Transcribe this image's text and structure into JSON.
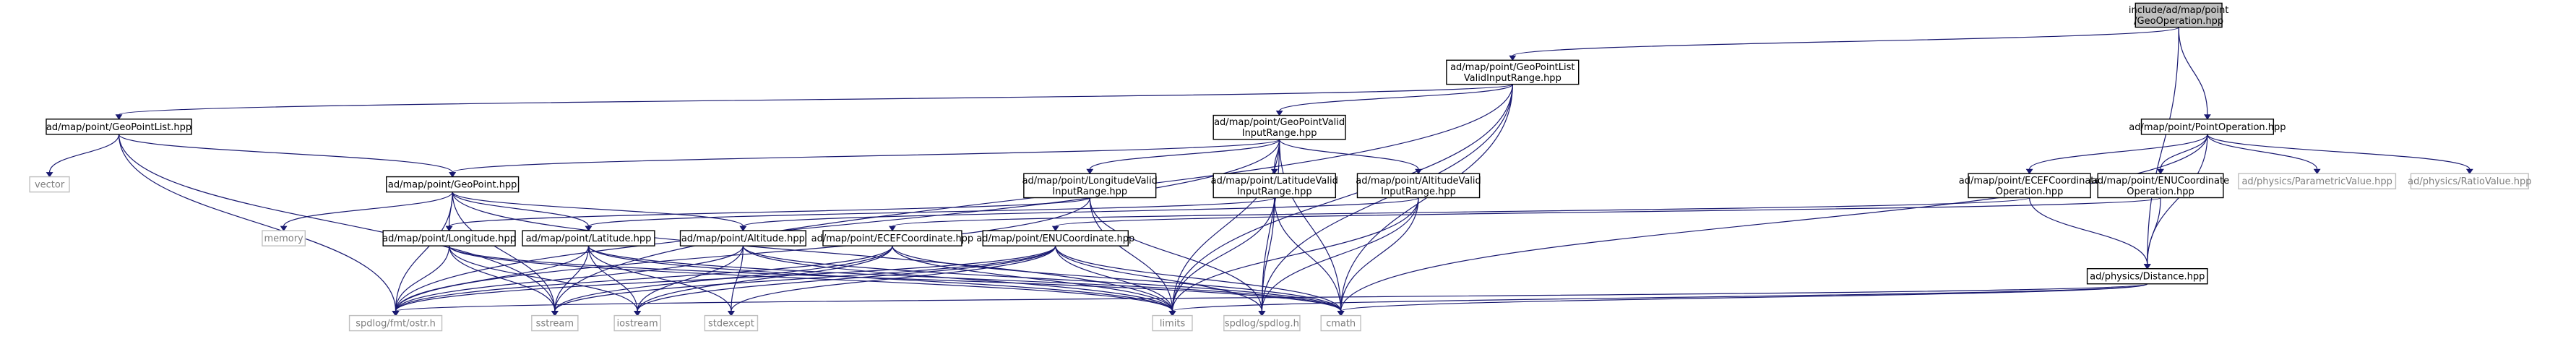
{
  "graph": {
    "root": "include/ad/map/point/GeoOperation.hpp",
    "nodes": [
      {
        "id": "geooperation",
        "lines": [
          "include/ad/map/point",
          "/GeoOperation.hpp"
        ],
        "root": true
      },
      {
        "id": "geopointlistvalid",
        "lines": [
          "ad/map/point/GeoPointList",
          "ValidInputRange.hpp"
        ]
      },
      {
        "id": "pointoperation",
        "lines": [
          "ad/map/point/PointOperation.hpp"
        ]
      },
      {
        "id": "geopointlist",
        "lines": [
          "ad/map/point/GeoPointList.hpp"
        ]
      },
      {
        "id": "geopointvalid",
        "lines": [
          "ad/map/point/GeoPointValid",
          "InputRange.hpp"
        ]
      },
      {
        "id": "ecefop",
        "lines": [
          "ad/map/point/ECEFCoordinate",
          "Operation.hpp"
        ]
      },
      {
        "id": "enuop",
        "lines": [
          "ad/map/point/ENUCoordinate",
          "Operation.hpp"
        ]
      },
      {
        "id": "parametric",
        "lines": [
          "ad/physics/ParametricValue.hpp"
        ],
        "missing": true
      },
      {
        "id": "ratio",
        "lines": [
          "ad/physics/RatioValue.hpp"
        ],
        "missing": true
      },
      {
        "id": "vector",
        "lines": [
          "vector"
        ],
        "missing": true
      },
      {
        "id": "geopoint",
        "lines": [
          "ad/map/point/GeoPoint.hpp"
        ]
      },
      {
        "id": "lonvalid",
        "lines": [
          "ad/map/point/LongitudeValid",
          "InputRange.hpp"
        ]
      },
      {
        "id": "latvalid",
        "lines": [
          "ad/map/point/LatitudeValid",
          "InputRange.hpp"
        ]
      },
      {
        "id": "altvalid",
        "lines": [
          "ad/map/point/AltitudeValid",
          "InputRange.hpp"
        ]
      },
      {
        "id": "memory",
        "lines": [
          "memory"
        ],
        "missing": true
      },
      {
        "id": "longitude",
        "lines": [
          "ad/map/point/Longitude.hpp"
        ]
      },
      {
        "id": "latitude",
        "lines": [
          "ad/map/point/Latitude.hpp"
        ]
      },
      {
        "id": "altitude",
        "lines": [
          "ad/map/point/Altitude.hpp"
        ]
      },
      {
        "id": "ecef",
        "lines": [
          "ad/map/point/ECEFCoordinate.hpp"
        ]
      },
      {
        "id": "enu",
        "lines": [
          "ad/map/point/ENUCoordinate.hpp"
        ]
      },
      {
        "id": "distance",
        "lines": [
          "ad/physics/Distance.hpp"
        ]
      },
      {
        "id": "ostr",
        "lines": [
          "spdlog/fmt/ostr.h"
        ],
        "missing": true
      },
      {
        "id": "sstream",
        "lines": [
          "sstream"
        ],
        "missing": true
      },
      {
        "id": "iostream",
        "lines": [
          "iostream"
        ],
        "missing": true
      },
      {
        "id": "stdexcept",
        "lines": [
          "stdexcept"
        ],
        "missing": true
      },
      {
        "id": "limits",
        "lines": [
          "limits"
        ],
        "missing": true
      },
      {
        "id": "spdlog",
        "lines": [
          "spdlog/spdlog.h"
        ],
        "missing": true
      },
      {
        "id": "cmath",
        "lines": [
          "cmath"
        ],
        "missing": true
      }
    ],
    "edges": [
      [
        "geooperation",
        "geopointlistvalid"
      ],
      [
        "geooperation",
        "pointoperation"
      ],
      [
        "geooperation",
        "distance"
      ],
      [
        "geopointlistvalid",
        "geopointlist"
      ],
      [
        "geopointlistvalid",
        "geopointvalid"
      ],
      [
        "geopointlistvalid",
        "limits"
      ],
      [
        "geopointlistvalid",
        "spdlog"
      ],
      [
        "geopointlistvalid",
        "cmath"
      ],
      [
        "geopointlistvalid",
        "sstream"
      ],
      [
        "pointoperation",
        "ecefop"
      ],
      [
        "pointoperation",
        "enuop"
      ],
      [
        "pointoperation",
        "parametric"
      ],
      [
        "pointoperation",
        "ratio"
      ],
      [
        "pointoperation",
        "distance"
      ],
      [
        "pointoperation",
        "cmath"
      ],
      [
        "geopointlist",
        "vector"
      ],
      [
        "geopointlist",
        "geopoint"
      ],
      [
        "geopointlist",
        "ostr"
      ],
      [
        "geopointlist",
        "sstream"
      ],
      [
        "geopointvalid",
        "geopoint"
      ],
      [
        "geopointvalid",
        "lonvalid"
      ],
      [
        "geopointvalid",
        "latvalid"
      ],
      [
        "geopointvalid",
        "altvalid"
      ],
      [
        "geopointvalid",
        "limits"
      ],
      [
        "geopointvalid",
        "spdlog"
      ],
      [
        "geopointvalid",
        "cmath"
      ],
      [
        "geopointvalid",
        "ostr"
      ],
      [
        "ecefop",
        "ecef"
      ],
      [
        "ecefop",
        "distance"
      ],
      [
        "enuop",
        "enu"
      ],
      [
        "enuop",
        "distance"
      ],
      [
        "geopoint",
        "memory"
      ],
      [
        "geopoint",
        "longitude"
      ],
      [
        "geopoint",
        "latitude"
      ],
      [
        "geopoint",
        "altitude"
      ],
      [
        "geopoint",
        "ostr"
      ],
      [
        "geopoint",
        "sstream"
      ],
      [
        "geopoint",
        "limits"
      ],
      [
        "lonvalid",
        "longitude"
      ],
      [
        "lonvalid",
        "limits"
      ],
      [
        "lonvalid",
        "spdlog"
      ],
      [
        "lonvalid",
        "ostr"
      ],
      [
        "latvalid",
        "latitude"
      ],
      [
        "latvalid",
        "limits"
      ],
      [
        "latvalid",
        "spdlog"
      ],
      [
        "latvalid",
        "cmath"
      ],
      [
        "altvalid",
        "altitude"
      ],
      [
        "altvalid",
        "limits"
      ],
      [
        "altvalid",
        "spdlog"
      ],
      [
        "altvalid",
        "cmath"
      ],
      [
        "longitude",
        "ostr"
      ],
      [
        "longitude",
        "sstream"
      ],
      [
        "longitude",
        "iostream"
      ],
      [
        "longitude",
        "limits"
      ],
      [
        "longitude",
        "cmath"
      ],
      [
        "latitude",
        "ostr"
      ],
      [
        "latitude",
        "sstream"
      ],
      [
        "latitude",
        "iostream"
      ],
      [
        "latitude",
        "stdexcept"
      ],
      [
        "latitude",
        "limits"
      ],
      [
        "latitude",
        "cmath"
      ],
      [
        "altitude",
        "ostr"
      ],
      [
        "altitude",
        "iostream"
      ],
      [
        "altitude",
        "stdexcept"
      ],
      [
        "altitude",
        "limits"
      ],
      [
        "altitude",
        "cmath"
      ],
      [
        "ecef",
        "ostr"
      ],
      [
        "ecef",
        "sstream"
      ],
      [
        "ecef",
        "iostream"
      ],
      [
        "ecef",
        "limits"
      ],
      [
        "ecef",
        "cmath"
      ],
      [
        "enu",
        "ostr"
      ],
      [
        "enu",
        "sstream"
      ],
      [
        "enu",
        "iostream"
      ],
      [
        "enu",
        "stdexcept"
      ],
      [
        "enu",
        "limits"
      ],
      [
        "enu",
        "spdlog"
      ],
      [
        "enu",
        "cmath"
      ],
      [
        "distance",
        "ostr"
      ],
      [
        "distance",
        "limits"
      ],
      [
        "distance",
        "cmath"
      ]
    ]
  }
}
